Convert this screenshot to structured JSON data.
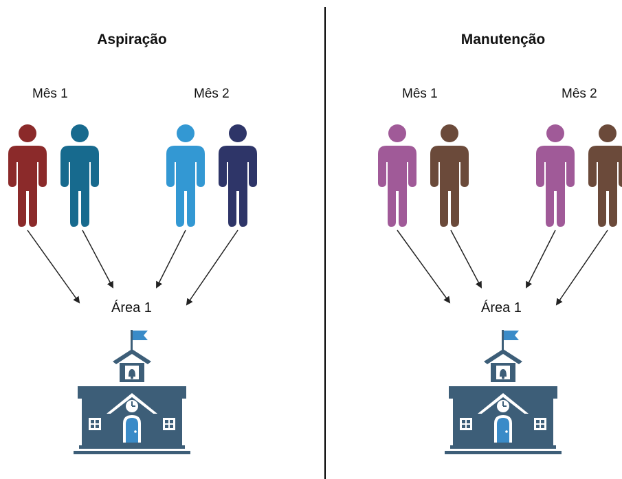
{
  "panels": [
    {
      "title": "Aspiração",
      "months": [
        "Mês 1",
        "Mês 2"
      ],
      "person_colors": [
        "#8B2A2A",
        "#176A8E",
        "#3398D3",
        "#2E3568"
      ],
      "area_label": "Área 1"
    },
    {
      "title": "Manutenção",
      "months": [
        "Mês 1",
        "Mês 2"
      ],
      "person_colors": [
        "#A05A98",
        "#6B4A3A",
        "#A05A98",
        "#6B4A3A"
      ],
      "area_label": "Área 1"
    }
  ],
  "colors": {
    "school_body": "#3D5E78",
    "school_detail": "#FFFFFF",
    "flag": "#3A8BC8",
    "divider": "#000000",
    "arrow": "#222222"
  },
  "icons": [
    "person-icon",
    "school-icon",
    "flag-icon",
    "bell-icon",
    "clock-icon",
    "arrow-icon"
  ]
}
